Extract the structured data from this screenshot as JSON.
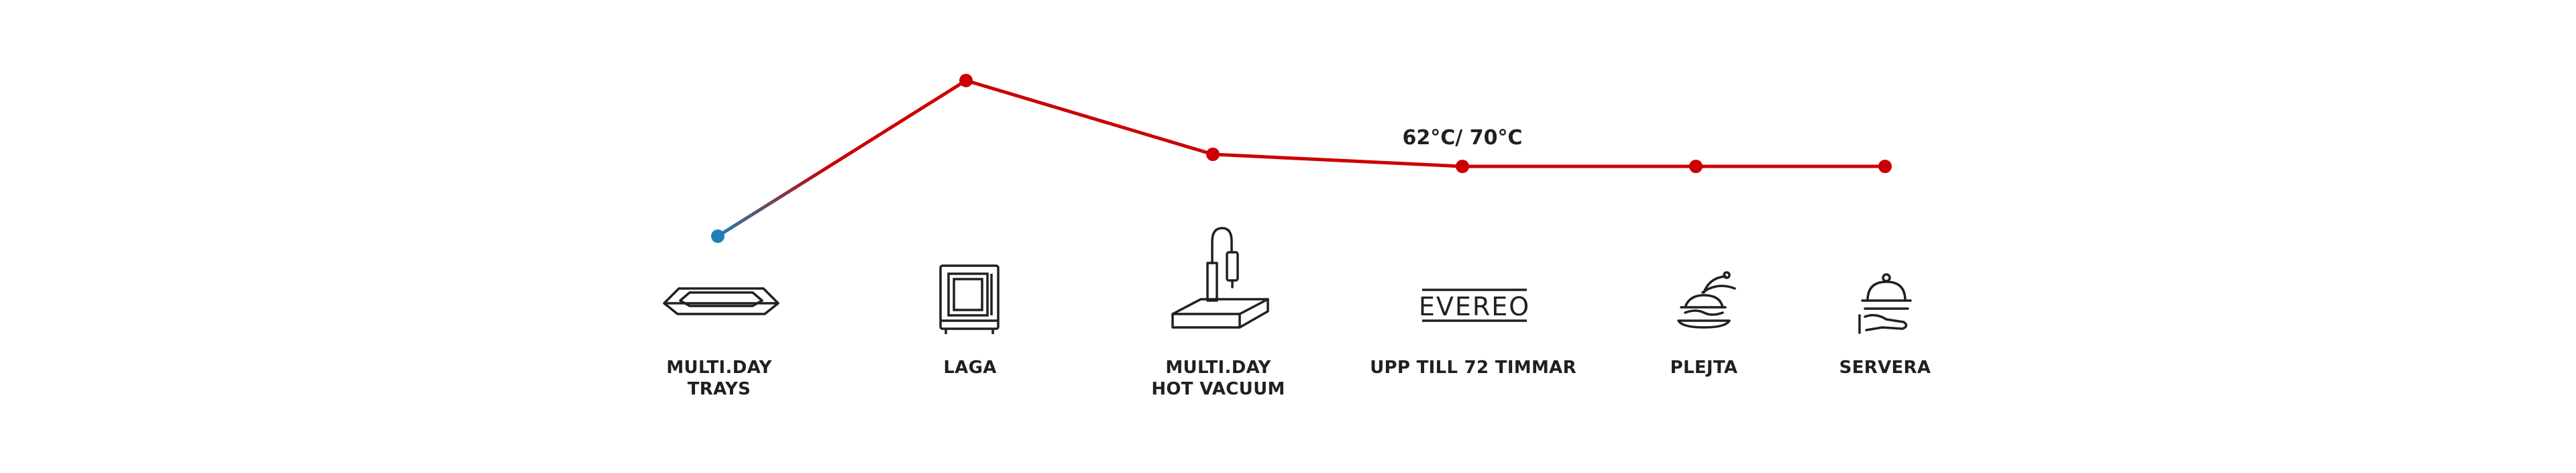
{
  "temperature_label": "62°C/ 70°C",
  "colors": {
    "line": "#cc0000",
    "start_dot": "#1e7fb8",
    "icon": "#231f20",
    "text": "#231f20"
  },
  "steps": [
    {
      "lines": [
        "MULTI.DAY",
        "TRAYS"
      ],
      "icon": "tray-icon",
      "dot_color": "#1e7fb8"
    },
    {
      "lines": [
        "LAGA",
        ""
      ],
      "icon": "oven-icon",
      "dot_color": "#cc0000"
    },
    {
      "lines": [
        "MULTI.DAY",
        "HOT VACUUM"
      ],
      "icon": "vacuum-sealer-icon",
      "dot_color": "#cc0000"
    },
    {
      "lines": [
        "UPP TILL 72 TIMMAR",
        ""
      ],
      "icon": "evereo-logo",
      "dot_color": "#cc0000"
    },
    {
      "lines": [
        "PLEJTA",
        ""
      ],
      "icon": "plated-food-icon",
      "dot_color": "#cc0000"
    },
    {
      "lines": [
        "SERVERA",
        ""
      ],
      "icon": "serving-cloche-icon",
      "dot_color": "#cc0000"
    }
  ],
  "logo_text": "EVEREO"
}
